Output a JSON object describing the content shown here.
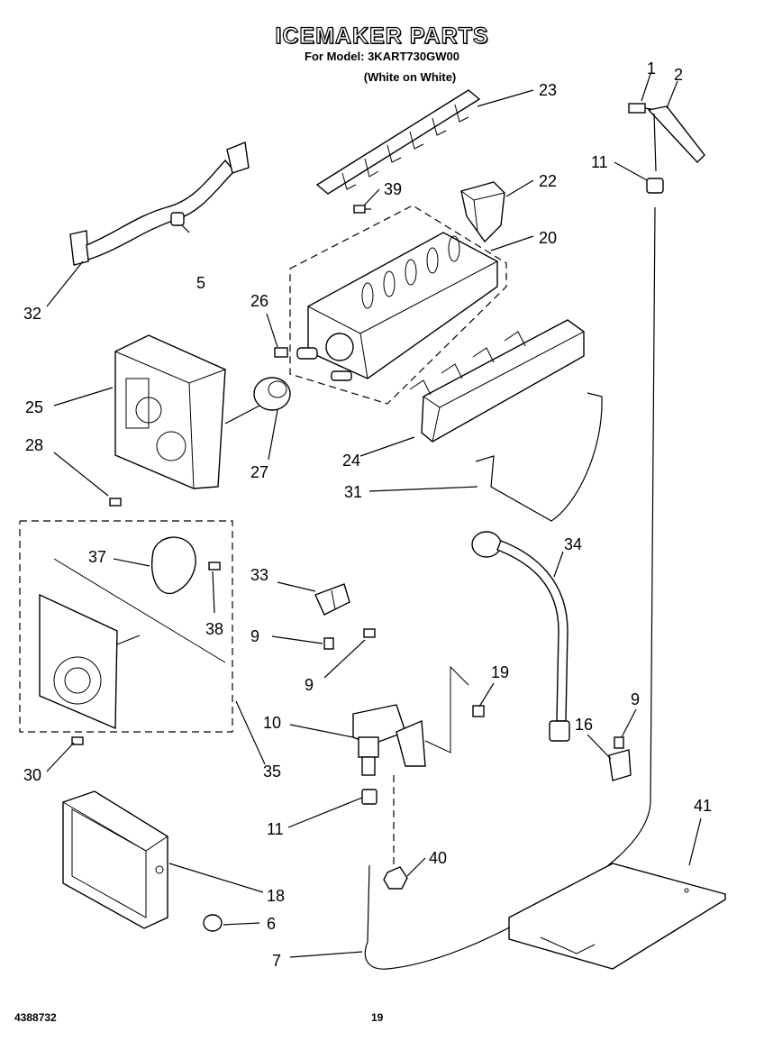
{
  "header": {
    "title": "ICEMAKER PARTS",
    "model_line": "For Model: 3KART730GW00",
    "variant": "(White on White)"
  },
  "footer": {
    "doc_number": "4388732",
    "page_number": "19"
  },
  "callouts": {
    "p1": "1",
    "p2": "2",
    "p5": "5",
    "p6": "6",
    "p7": "7",
    "p9a": "9",
    "p9b": "9",
    "p9c": "9",
    "p10": "10",
    "p11a": "11",
    "p11b": "11",
    "p16": "16",
    "p18": "18",
    "p19": "19",
    "p20": "20",
    "p22": "22",
    "p23": "23",
    "p24": "24",
    "p25": "25",
    "p26": "26",
    "p27": "27",
    "p28": "28",
    "p30": "30",
    "p31": "31",
    "p32": "32",
    "p33": "33",
    "p34": "34",
    "p35": "35",
    "p37": "37",
    "p38": "38",
    "p39": "39",
    "p40": "40",
    "p41": "41"
  }
}
